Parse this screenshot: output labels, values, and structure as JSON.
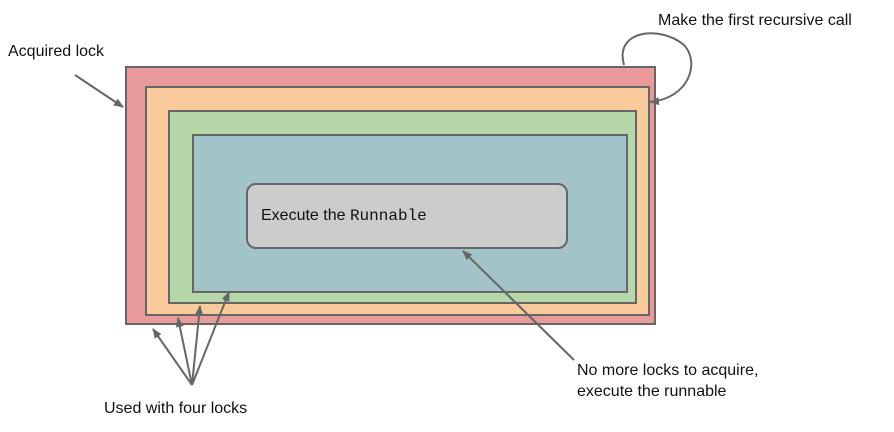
{
  "colors": {
    "lock1": "#e99a9a",
    "lock2": "#f9cb9c",
    "lock3": "#b6d7a8",
    "lock4": "#a2c4c9",
    "runnable": "#cccccc",
    "stroke": "#666666"
  },
  "labels": {
    "acquired_lock": "Acquired lock",
    "recursive_call": "Make the first recursive call",
    "four_locks": "Used with four locks",
    "no_more_line1": "No more locks to acquire,",
    "no_more_line2": "execute the runnable",
    "execute_prefix": "Execute the ",
    "execute_code": "Runnable"
  }
}
